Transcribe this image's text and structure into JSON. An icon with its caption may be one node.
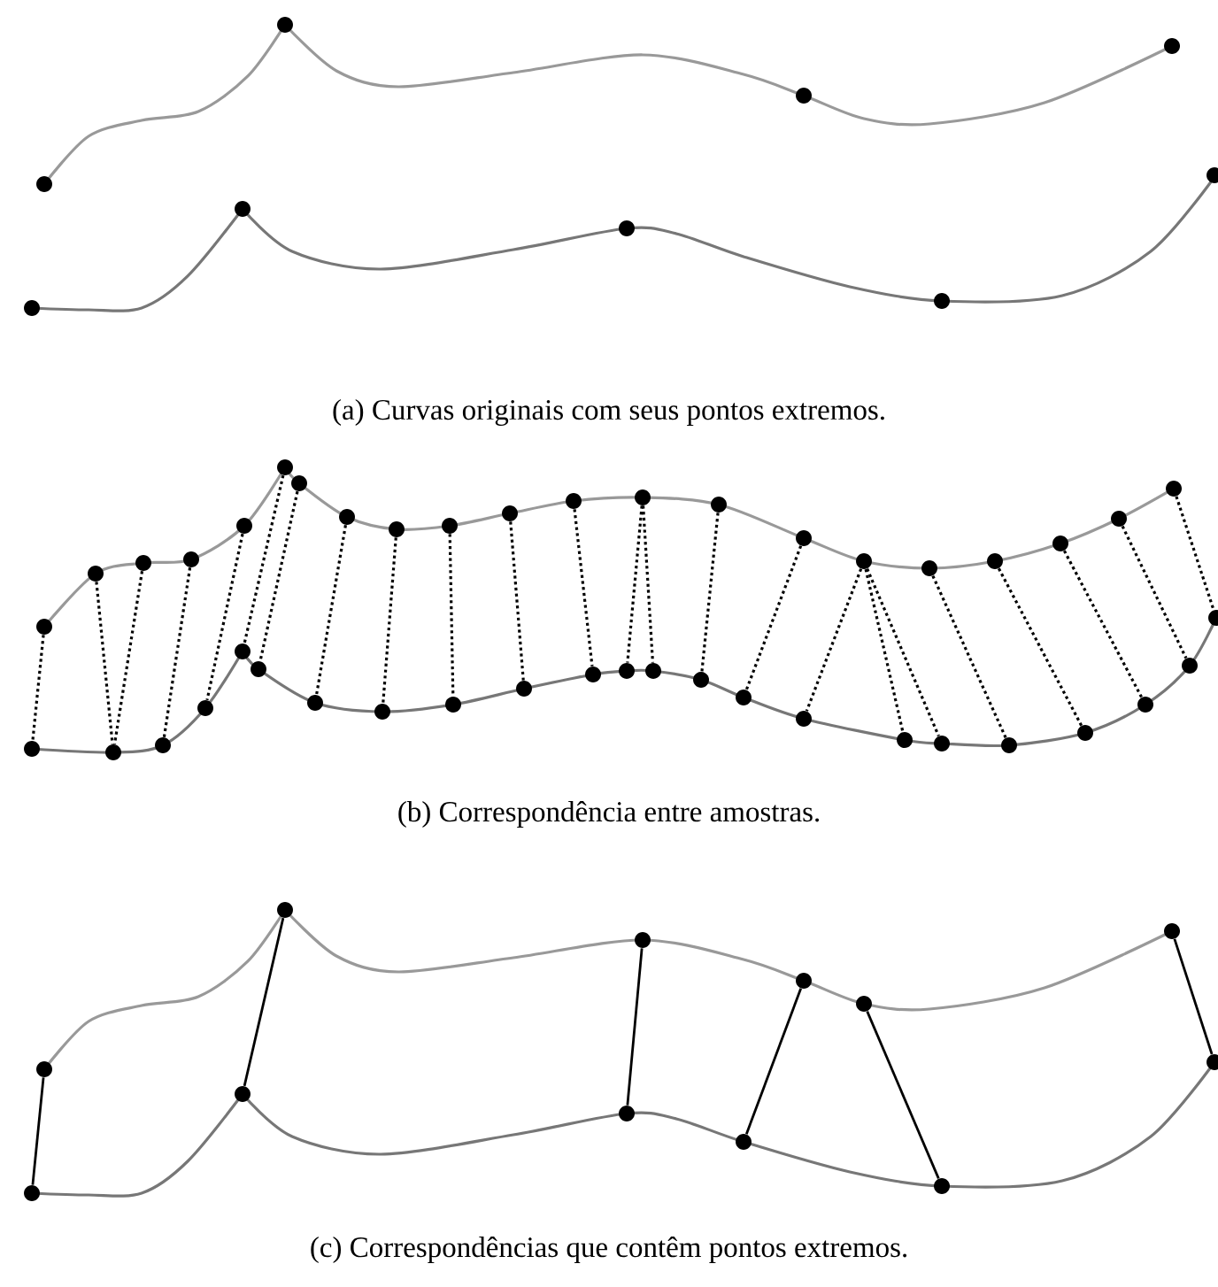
{
  "diagram": {
    "nodes": [
      {
        "text": [],
        "shape": "circle"
      },
      {
        "text": [],
        "shape": "circle"
      },
      {
        "text": [],
        "shape": "circle"
      },
      {
        "text": [],
        "shape": "circle"
      },
      {
        "text": [],
        "shape": "circle"
      },
      {
        "text": [],
        "shape": "circle"
      },
      {
        "text": [],
        "shape": "circle"
      },
      {
        "text": [],
        "shape": "circle"
      },
      {
        "text": [],
        "shape": "circle"
      },
      {
        "text": [],
        "shape": "circle"
      },
      {
        "text": [],
        "shape": "circle"
      },
      {
        "text": [],
        "shape": "circle"
      },
      {
        "text": [],
        "shape": "circle"
      },
      {
        "text": [],
        "shape": "circle"
      },
      {
        "text": [],
        "shape": "circle"
      },
      {
        "text": [],
        "shape": "circle"
      },
      {
        "text": [],
        "shape": "circle"
      },
      {
        "text": [],
        "shape": "circle"
      },
      {
        "text": [],
        "shape": "circle"
      },
      {
        "text": [],
        "shape": "circle"
      },
      {
        "text": [],
        "shape": "circle"
      },
      {
        "text": [],
        "shape": "circle"
      },
      {
        "text": [],
        "shape": "circle"
      },
      {
        "text": [],
        "shape": "circle"
      },
      {
        "text": [],
        "shape": "circle"
      },
      {
        "text": [],
        "shape": "circle"
      },
      {
        "text": [],
        "shape": "circle"
      },
      {
        "text": [],
        "shape": "circle"
      },
      {
        "text": [],
        "shape": "circle"
      },
      {
        "text": [],
        "shape": "circle"
      },
      {
        "text": [],
        "shape": "circle"
      },
      {
        "text": [],
        "shape": "circle"
      },
      {
        "text": [],
        "shape": "circle"
      },
      {
        "text": [],
        "shape": "circle"
      },
      {
        "text": [],
        "shape": "circle"
      },
      {
        "text": [],
        "shape": "circle"
      },
      {
        "text": [],
        "shape": "circle"
      },
      {
        "text": [],
        "shape": "circle"
      },
      {
        "text": [],
        "shape": "circle"
      },
      {
        "text": [],
        "shape": "circle"
      },
      {
        "text": [],
        "shape": "circle"
      },
      {
        "text": [],
        "shape": "circle"
      },
      {
        "text": [],
        "shape": "circle"
      },
      {
        "text": [],
        "shape": "circle"
      },
      {
        "text": [],
        "shape": "circle"
      },
      {
        "text": [],
        "shape": "circle"
      },
      {
        "text": [],
        "shape": "circle"
      },
      {
        "text": [],
        "shape": "circle"
      },
      {
        "text": [],
        "shape": "circle"
      },
      {
        "text": [],
        "shape": "circle"
      },
      {
        "text": [],
        "shape": "circle"
      },
      {
        "text": [],
        "shape": "circle"
      },
      {
        "text": [],
        "shape": "circle"
      },
      {
        "text": [],
        "shape": "circle"
      },
      {
        "text": [],
        "shape": "circle"
      },
      {
        "text": [],
        "shape": "circle"
      },
      {
        "text": [],
        "shape": "circle"
      },
      {
        "text": [],
        "shape": "circle"
      },
      {
        "text": [],
        "shape": "circle"
      },
      {
        "text": [],
        "shape": "circle"
      },
      {
        "text": [],
        "shape": "circle"
      },
      {
        "text": [],
        "shape": "circle"
      },
      {
        "text": [],
        "shape": "circle"
      },
      {
        "text": [],
        "shape": "circle"
      },
      {
        "text": [],
        "shape": "circle"
      }
    ],
    "edges": [
      {
        "from": 9,
        "to": 30,
        "arrow": "none",
        "style": "dashed"
      },
      {
        "from": 10,
        "to": 31,
        "arrow": "none",
        "style": "dashed"
      },
      {
        "from": 11,
        "to": 31,
        "arrow": "none",
        "style": "dashed"
      },
      {
        "from": 12,
        "to": 32,
        "arrow": "none",
        "style": "dashed"
      },
      {
        "from": 13,
        "to": 33,
        "arrow": "none",
        "style": "dashed"
      },
      {
        "from": 14,
        "to": 34,
        "arrow": "none",
        "style": "dashed"
      },
      {
        "from": 15,
        "to": 35,
        "arrow": "none",
        "style": "dashed"
      },
      {
        "from": 16,
        "to": 36,
        "arrow": "none",
        "style": "dashed"
      },
      {
        "from": 17,
        "to": 37,
        "arrow": "none",
        "style": "dashed"
      },
      {
        "from": 18,
        "to": 38,
        "arrow": "none",
        "style": "dashed"
      },
      {
        "from": 19,
        "to": 39,
        "arrow": "none",
        "style": "dashed"
      },
      {
        "from": 20,
        "to": 40,
        "arrow": "none",
        "style": "dashed"
      },
      {
        "from": 21,
        "to": 41,
        "arrow": "none",
        "style": "dashed"
      },
      {
        "from": 21,
        "to": 42,
        "arrow": "none",
        "style": "dashed"
      },
      {
        "from": 22,
        "to": 43,
        "arrow": "none",
        "style": "dashed"
      },
      {
        "from": 23,
        "to": 44,
        "arrow": "none",
        "style": "dashed"
      },
      {
        "from": 24,
        "to": 45,
        "arrow": "none",
        "style": "dashed"
      },
      {
        "from": 24,
        "to": 46,
        "arrow": "none",
        "style": "dashed"
      },
      {
        "from": 24,
        "to": 47,
        "arrow": "none",
        "style": "dashed"
      },
      {
        "from": 25,
        "to": 48,
        "arrow": "none",
        "style": "dashed"
      },
      {
        "from": 26,
        "to": 49,
        "arrow": "none",
        "style": "dashed"
      },
      {
        "from": 27,
        "to": 50,
        "arrow": "none",
        "style": "dashed"
      },
      {
        "from": 28,
        "to": 51,
        "arrow": "none",
        "style": "dashed"
      },
      {
        "from": 29,
        "to": 52,
        "arrow": "none",
        "style": "dashed"
      },
      {
        "from": 53,
        "to": 59,
        "arrow": "none"
      },
      {
        "from": 54,
        "to": 60,
        "arrow": "none"
      },
      {
        "from": 55,
        "to": 61,
        "arrow": "none"
      },
      {
        "from": 56,
        "to": 62,
        "arrow": "none"
      },
      {
        "from": 57,
        "to": 63,
        "arrow": "none"
      },
      {
        "from": 58,
        "to": 64,
        "arrow": "none"
      }
    ],
    "labels": [
      "(a) Curvas originais com seus pontos extremos.",
      "(b) Correspondência entre amostras.",
      "(c) Correspondências que contêm pontos extremos."
    ]
  }
}
